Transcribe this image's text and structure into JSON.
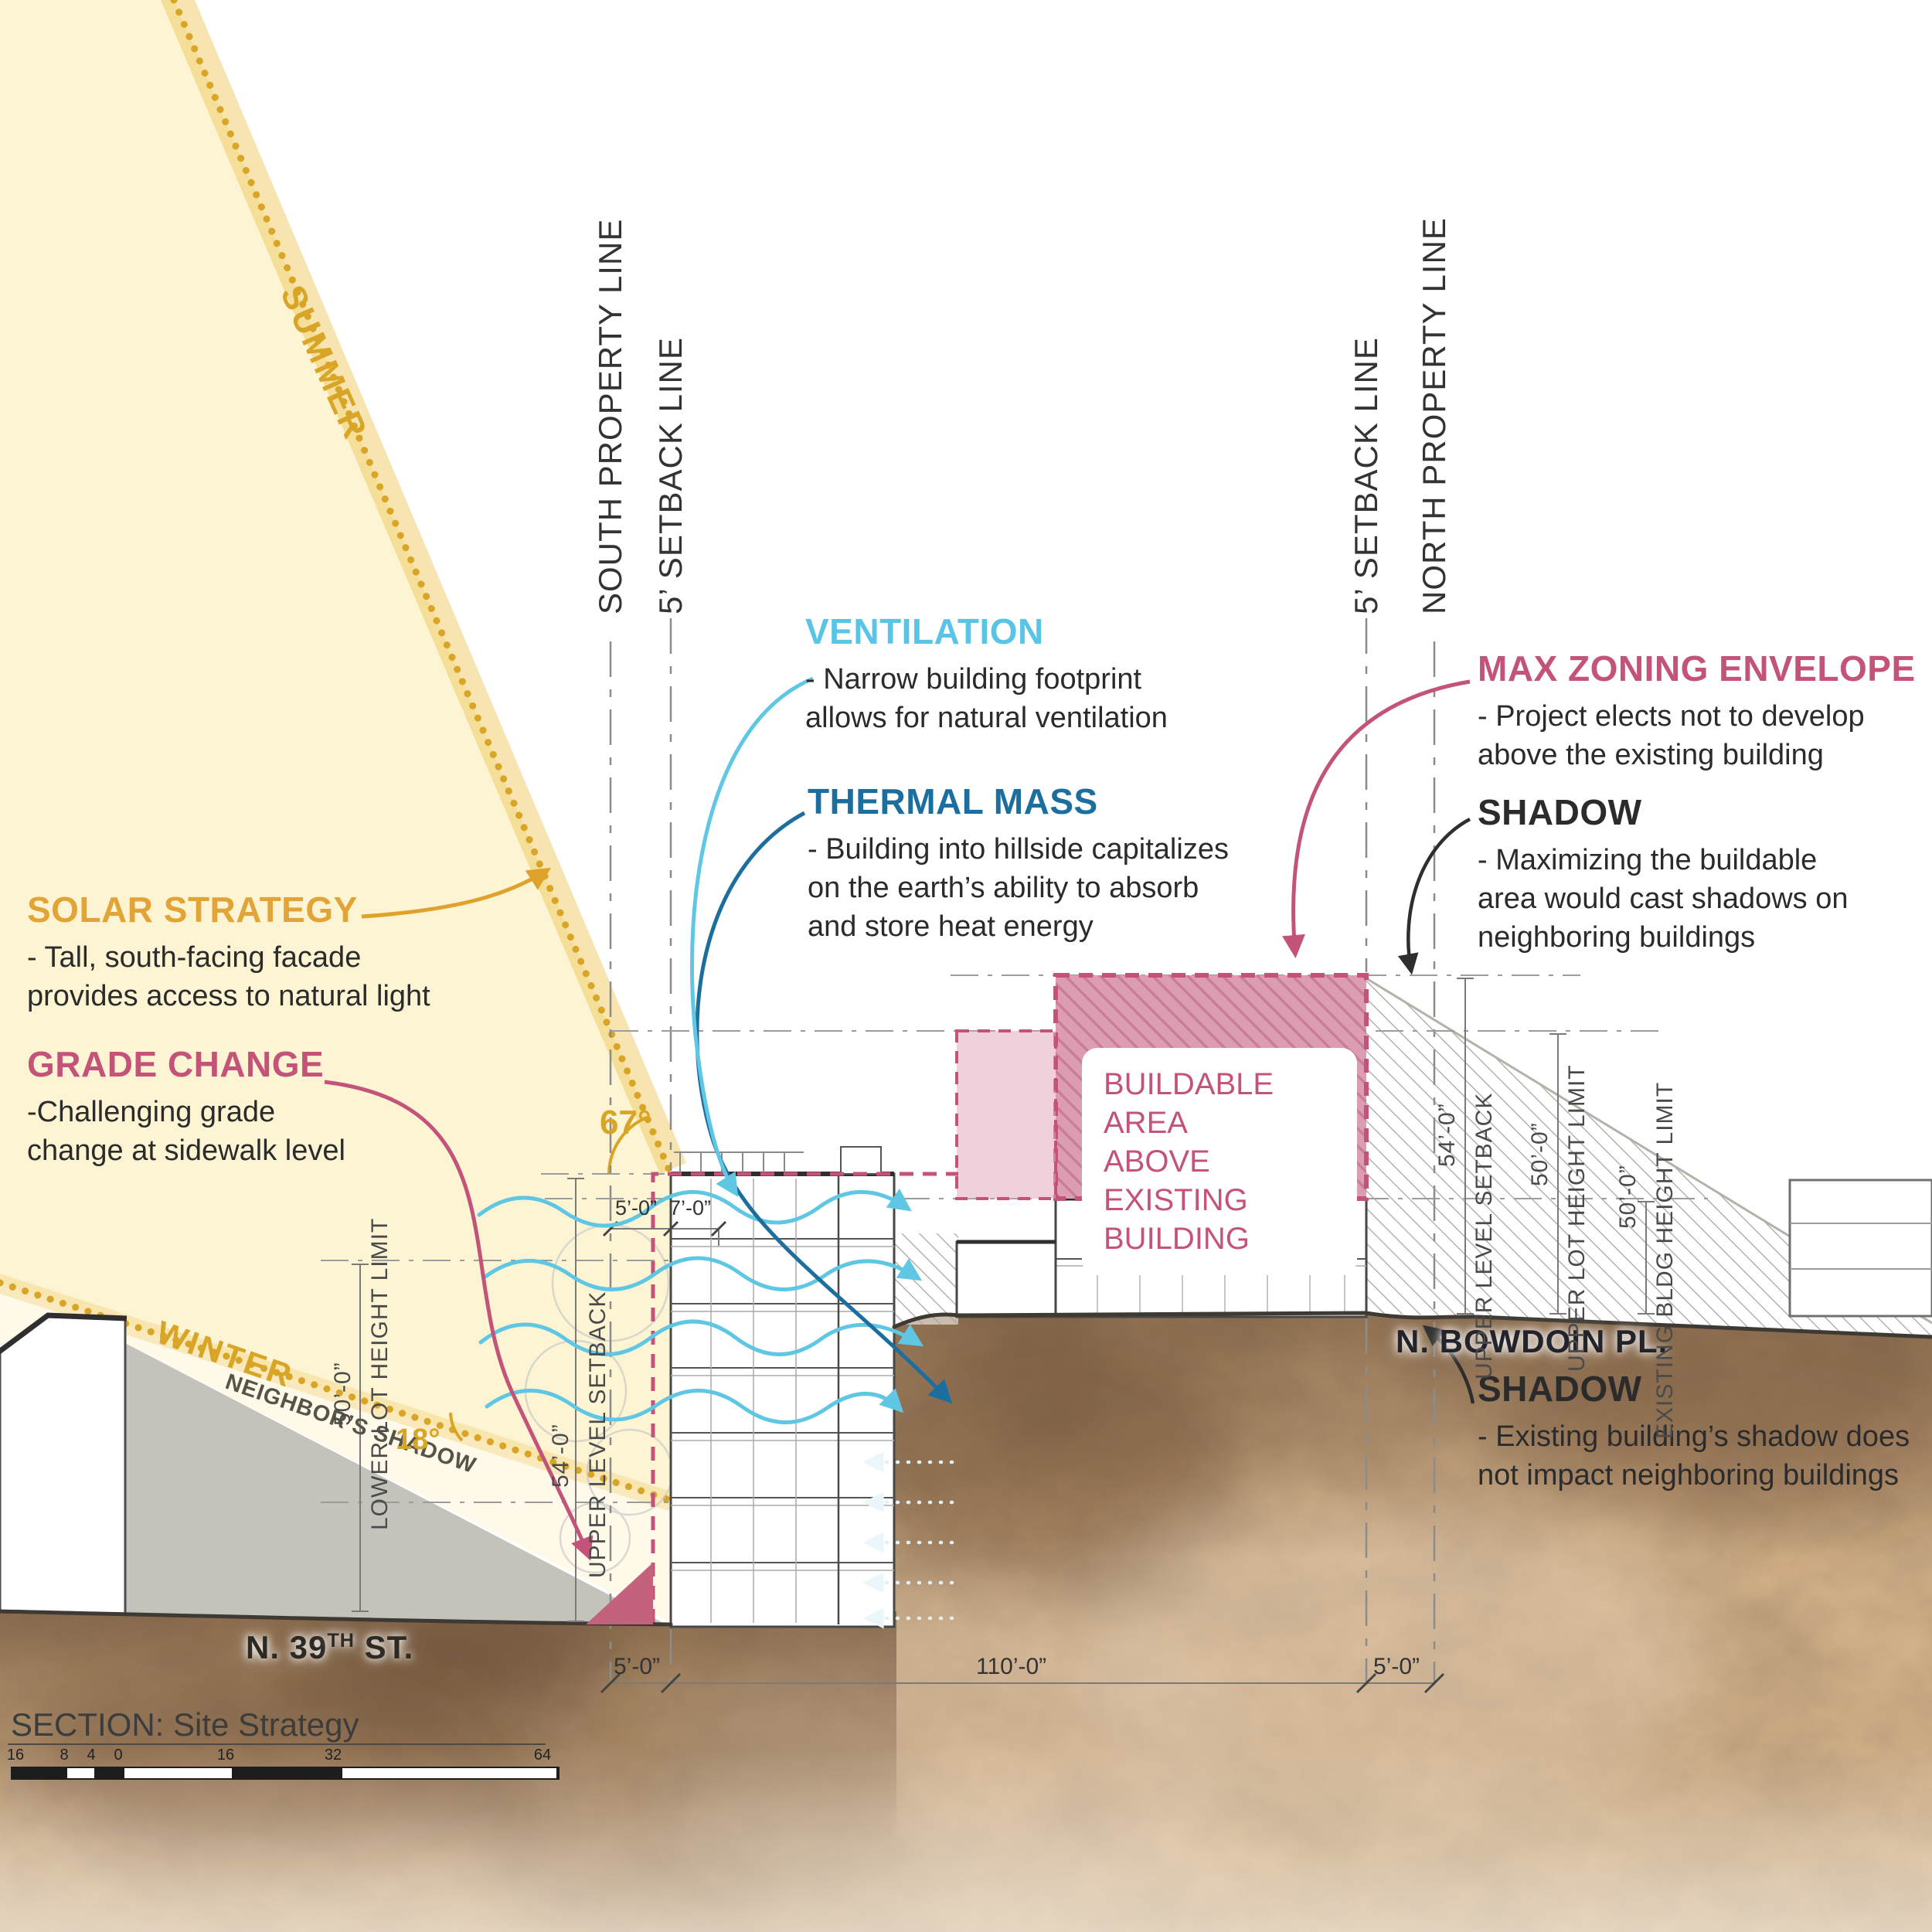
{
  "colors": {
    "gold": "#DFA32B",
    "pink": "#C4537A",
    "light_blue": "#5FC7E3",
    "dark_blue": "#1C6E9E",
    "ink": "#2B2B2B"
  },
  "ref_lines": {
    "south_property": "SOUTH PROPERTY LINE",
    "south_setback": "5’ SETBACK LINE",
    "north_setback": "5’ SETBACK LINE",
    "north_property": "NORTH PROPERTY LINE"
  },
  "sun": {
    "summer": "SUMMER",
    "winter": "WINTER",
    "neighbor_shadow": "NEIGHBOR’S SHADOW",
    "summer_angle": "67°",
    "winter_angle": "18°"
  },
  "notes": {
    "solar": {
      "title": "SOLAR STRATEGY",
      "body": "- Tall, south-facing facade\nprovides access to natural light"
    },
    "grade": {
      "title": "GRADE CHANGE",
      "body": "-Challenging grade\nchange at sidewalk level"
    },
    "ventilation": {
      "title": "VENTILATION",
      "body": "- Narrow building footprint\nallows for natural ventilation"
    },
    "thermal": {
      "title": "THERMAL MASS",
      "body": "- Building into hillside capitalizes\non the earth’s ability to absorb\nand store heat energy"
    },
    "max_zoning": {
      "title": "MAX ZONING ENVELOPE",
      "body": "- Project elects not to develop\nabove the existing building"
    },
    "shadow_top": {
      "title": "SHADOW",
      "body": "- Maximizing the buildable\narea would cast shadows on\nneighboring buildings"
    },
    "shadow_bottom": {
      "title": "SHADOW",
      "body": "- Existing building’s shadow does\nnot impact neighboring buildings"
    }
  },
  "buildable_area_label": "BUILDABLE AREA\nABOVE EXISTING\nBUILDING",
  "streets": {
    "left_prefix": "N. 39",
    "left_sup": "TH",
    "left_suffix": " ST.",
    "right": "N. BOWDOIN PL."
  },
  "dims": {
    "left": [
      {
        "value": "50’-0”",
        "label": "LOWER LOT HEIGHT LIMIT"
      },
      {
        "value": "54’-0”",
        "label": "UPPER LEVEL SETBACK"
      }
    ],
    "right": [
      {
        "value": "54’-0”",
        "label": "UPPER LEVEL SETBACK"
      },
      {
        "value": "50’-0”",
        "label": "UPPER LOT HEIGHT LIMIT"
      },
      {
        "value": "50’-0”",
        "label": "EXISTING BLDG HEIGHT LIMIT"
      }
    ],
    "top": [
      "5’-0”",
      "7’-0”"
    ],
    "bottom": [
      "5’-0”",
      "110’-0”",
      "5’-0”"
    ]
  },
  "footer": {
    "title": "SECTION: Site Strategy",
    "scale_labels": [
      "16",
      "8",
      "4",
      "0",
      "16",
      "32",
      "64"
    ]
  }
}
